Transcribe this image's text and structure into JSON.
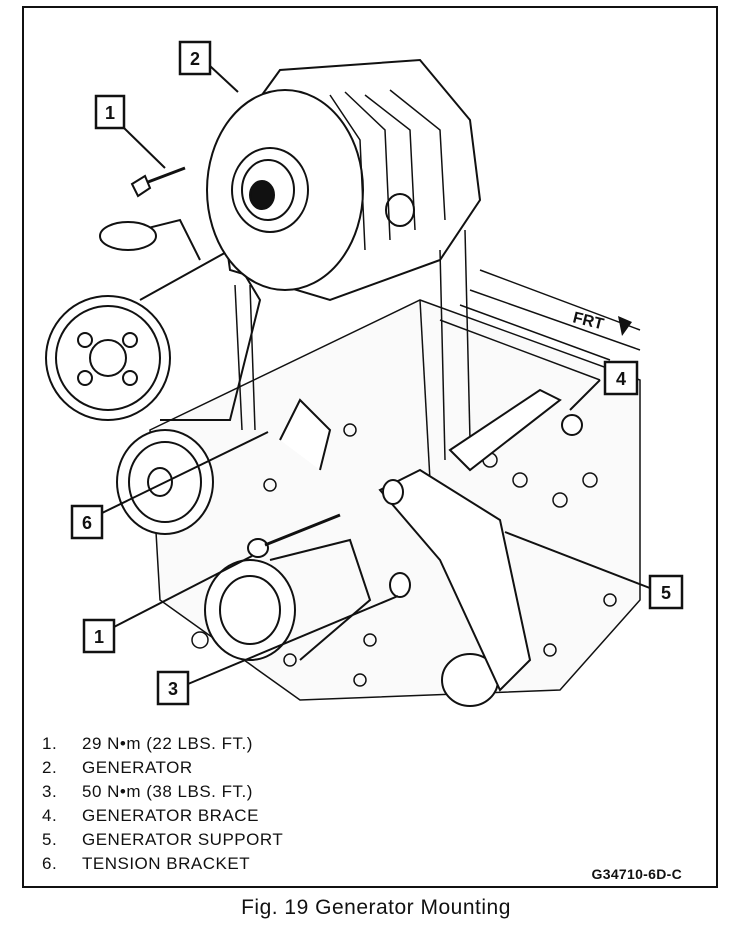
{
  "callouts": [
    {
      "id": "1"
    },
    {
      "id": "2"
    },
    {
      "id": "3"
    },
    {
      "id": "4"
    },
    {
      "id": "5"
    },
    {
      "id": "6"
    }
  ],
  "direction_label": "FRT",
  "legend": [
    {
      "num": "1.",
      "text": "29 N•m (22 LBS. FT.)"
    },
    {
      "num": "2.",
      "text": "GENERATOR"
    },
    {
      "num": "3.",
      "text": "50 N•m (38 LBS. FT.)"
    },
    {
      "num": "4.",
      "text": "GENERATOR BRACE"
    },
    {
      "num": "5.",
      "text": "GENERATOR SUPPORT"
    },
    {
      "num": "6.",
      "text": "TENSION BRACKET"
    }
  ],
  "figure_code": "G34710-6D-C",
  "caption": "Fig. 19 Generator Mounting"
}
